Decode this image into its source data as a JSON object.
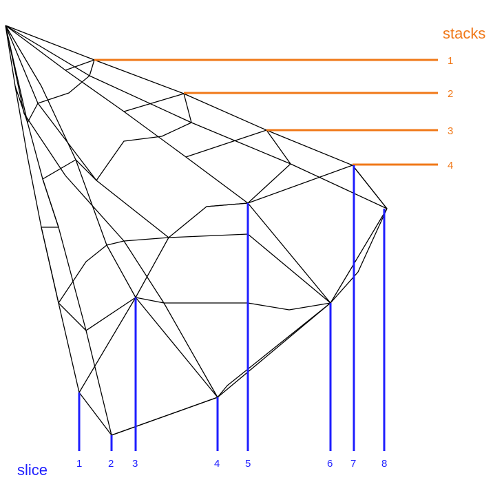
{
  "title_stacks": "stacks",
  "title_slice": "slice",
  "stack_labels": [
    "1",
    "2",
    "3",
    "4"
  ],
  "slice_labels": [
    "1",
    "2",
    "3",
    "4",
    "5",
    "6",
    "7",
    "8"
  ],
  "colors": {
    "stacks": "#f07818",
    "slices": "#1e1eff",
    "wireframe": "#000000"
  }
}
